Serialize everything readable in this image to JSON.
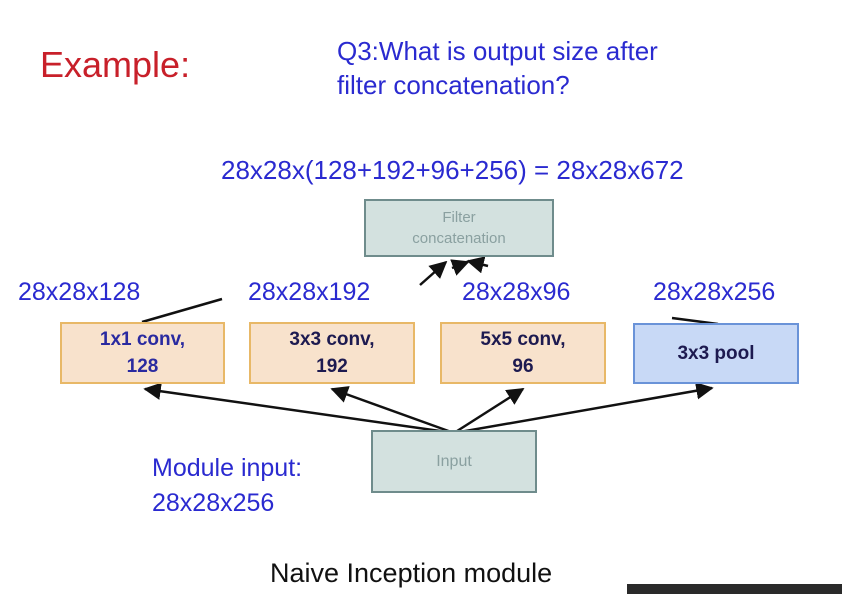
{
  "title": "Example:",
  "question": {
    "line1": "Q3:What is output size after",
    "line2": "filter concatenation?"
  },
  "formula": "28x28x(128+192+96+256) = 28x28x672",
  "filter_box": {
    "line1": "Filter",
    "line2": "concatenation"
  },
  "dims": [
    "28x28x128",
    "28x28x192",
    "28x28x96",
    "28x28x256"
  ],
  "branches": [
    {
      "line1": "1x1 conv,",
      "line2": "128"
    },
    {
      "line1": "3x3 conv,",
      "line2": "192"
    },
    {
      "line1": "5x5 conv,",
      "line2": "96"
    },
    {
      "line1": "3x3 pool"
    }
  ],
  "input_box": "Input",
  "module_input": {
    "line1": "Module input:",
    "line2": "28x28x256"
  },
  "caption": "Naive Inception module",
  "colors": {
    "title": "#c8202a",
    "annotation": "#2a2ad0",
    "conv_fill": "#f8e2cc",
    "conv_border": "#e8b867",
    "pool_fill": "#c8d9f6",
    "pool_border": "#6a93d8",
    "gray_box_fill": "#d3e1df",
    "gray_box_border": "#6f8c8c"
  }
}
